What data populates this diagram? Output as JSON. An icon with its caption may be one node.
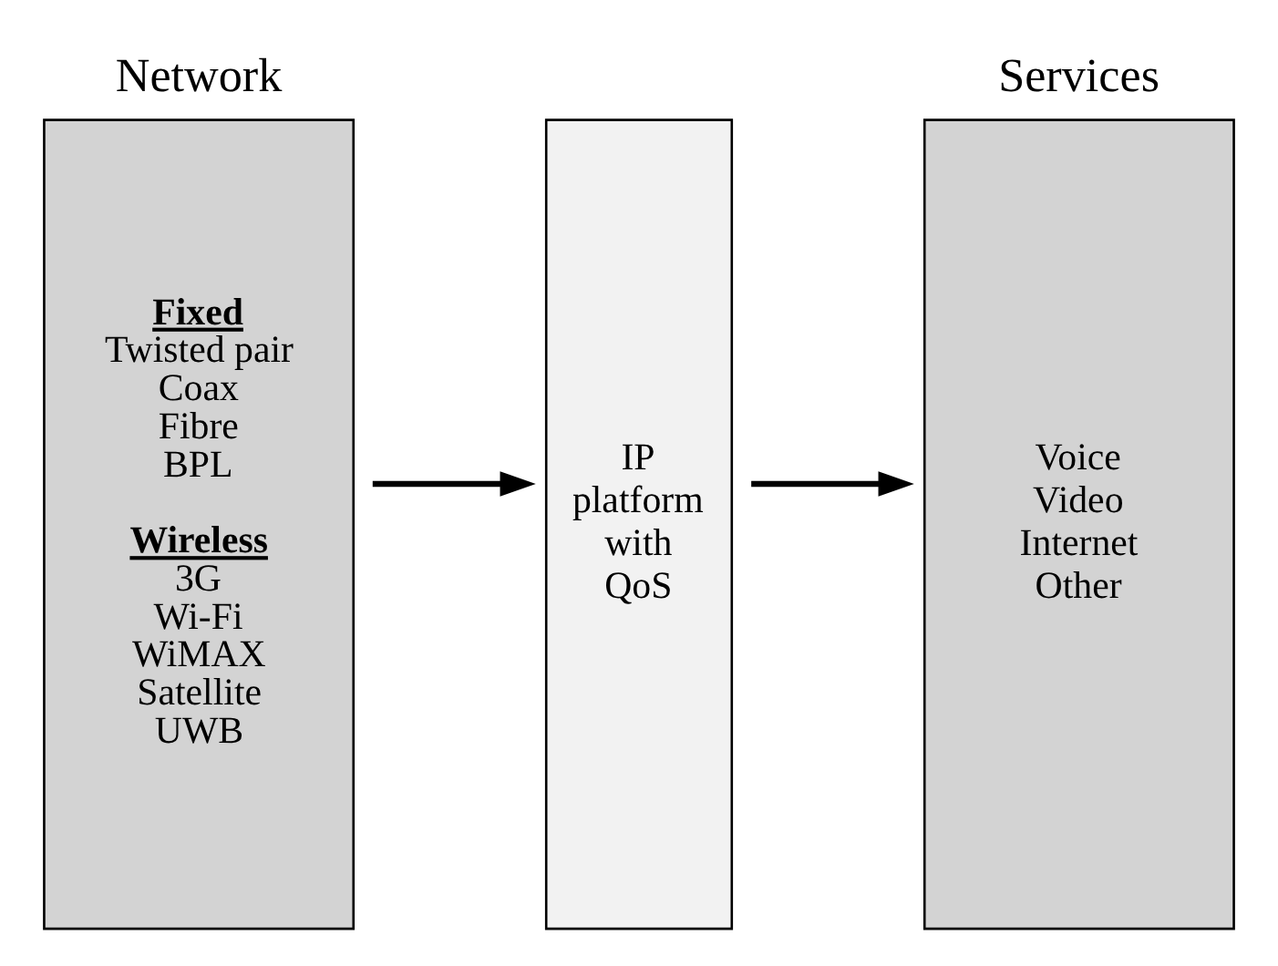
{
  "diagram": {
    "nodes": [
      {
        "text": [
          "Network",
          "Fixed",
          "Twisted pair",
          "Coax",
          "Fibre",
          "BPL",
          "Wireless",
          "3G",
          "Wi-Fi",
          "WiMAX",
          "Satellite",
          "UWB"
        ]
      },
      {
        "text": [
          "IP platform with QoS"
        ]
      },
      {
        "text": [
          "Services",
          "Voice",
          "Video",
          "Internet",
          "Other"
        ]
      }
    ],
    "edges": [
      {
        "from": 0,
        "to": 1,
        "arrow": "to"
      },
      {
        "from": 1,
        "to": 2,
        "arrow": "to"
      }
    ]
  }
}
